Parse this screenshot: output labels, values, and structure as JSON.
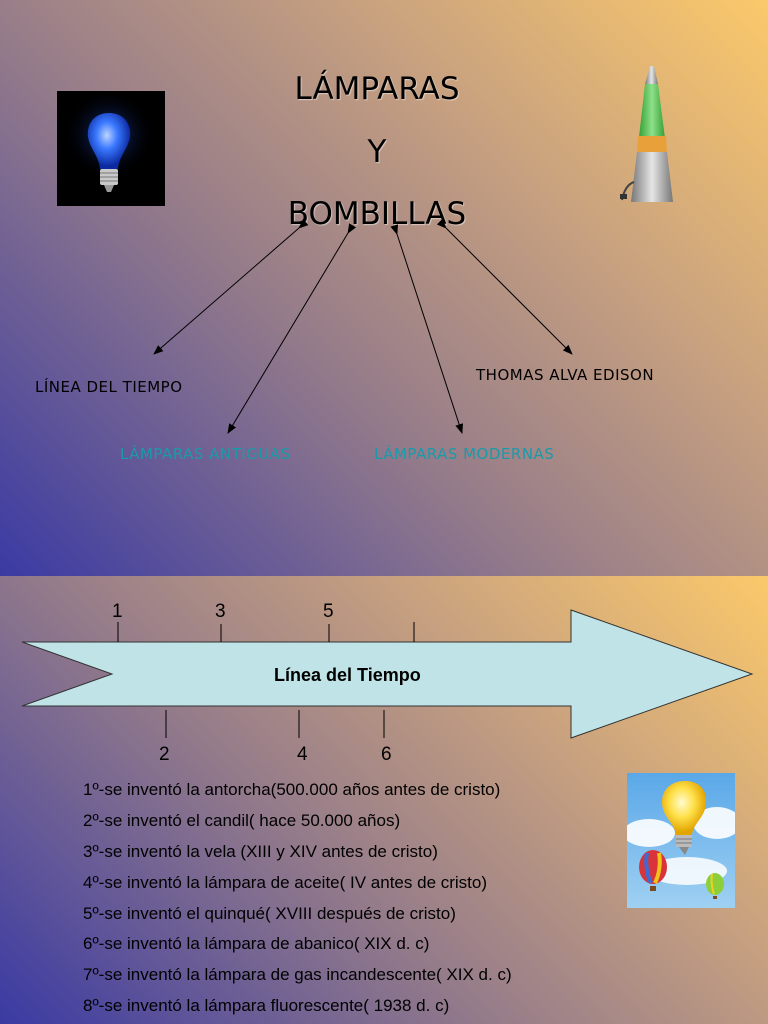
{
  "slide1": {
    "title_lines": [
      "LÁMPARAS",
      "Y",
      "BOMBILLAS"
    ],
    "labels": {
      "linea": "LÍNEA DEL TIEMPO",
      "antiguas": "LÁMPARAS ANTIGUAS",
      "modernas": "LÁMPARAS MODERNAS",
      "edison": "THOMAS ALVA EDISON"
    },
    "colors": {
      "teal_label": "#1a9aa8",
      "bulb": "#3a78ff"
    },
    "icons": [
      "blue-bulb-icon",
      "lava-lamp-icon"
    ]
  },
  "slide2": {
    "timeline_label": "Línea del Tiempo",
    "top_numbers": [
      "1",
      "3",
      "5"
    ],
    "bottom_numbers": [
      "2",
      "4",
      "6"
    ],
    "events": [
      "1º-se inventó la antorcha(500.000 años antes de cristo)",
      "2º-se inventó el candil( hace 50.000 años)",
      "3º-se inventó la vela (XIII y XIV antes de cristo)",
      "4º-se inventó la lámpara de aceite( IV antes de cristo)",
      "5º-se inventó el quinqué( XVIII  después de cristo)",
      "6º-se inventó la lámpara de abanico( XIX d. c)",
      "7º-se inventó la lámpara de gas incandescente( XIX d. c)",
      "8º-se inventó la lámpara fluorescente( 1938 d. c)"
    ],
    "colors": {
      "arrow_fill": "#bfe3e6"
    },
    "icons": [
      "bulb-balloon-icon"
    ]
  }
}
